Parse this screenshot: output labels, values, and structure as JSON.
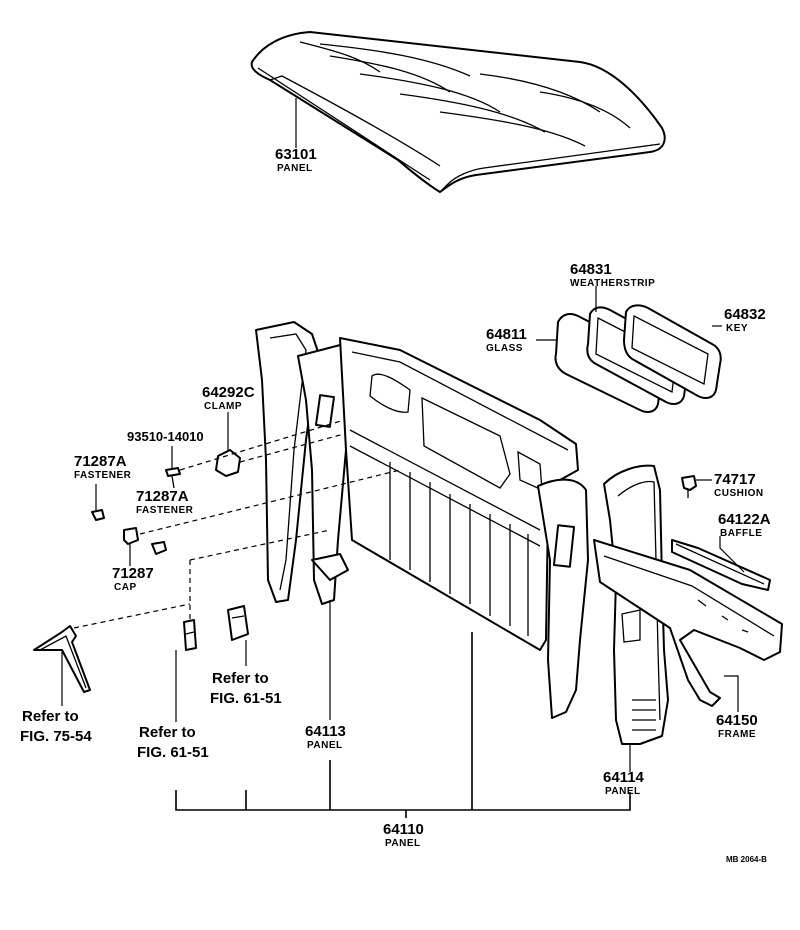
{
  "parts": {
    "p63101": {
      "number": "63101",
      "name": "PANEL"
    },
    "p64831": {
      "number": "64831",
      "name": "WEATHERSTRIP"
    },
    "p64832": {
      "number": "64832",
      "name": "KEY"
    },
    "p64811": {
      "number": "64811",
      "name": "GLASS"
    },
    "p64292c": {
      "number": "64292C",
      "name": "CLAMP"
    },
    "p93510": {
      "number": "93510-14010"
    },
    "p71287a_1": {
      "number": "71287A",
      "name": "FASTENER"
    },
    "p71287a_2": {
      "number": "71287A",
      "name": "FASTENER"
    },
    "p71287": {
      "number": "71287",
      "name": "CAP"
    },
    "p74717": {
      "number": "74717",
      "name": "CUSHION"
    },
    "p64122a": {
      "number": "64122A",
      "name": "BAFFLE"
    },
    "p64113": {
      "number": "64113",
      "name": "PANEL"
    },
    "p64150": {
      "number": "64150",
      "name": "FRAME"
    },
    "p64114": {
      "number": "64114",
      "name": "PANEL"
    },
    "p64110": {
      "number": "64110",
      "name": "PANEL"
    }
  },
  "references": {
    "fig7554": {
      "line1": "Refer to",
      "line2": "FIG. 75-54"
    },
    "fig6151_left": {
      "line1": "Refer to",
      "line2": "FIG. 61-51"
    },
    "fig6151_mid": {
      "line1": "Refer to",
      "line2": "FIG. 61-51"
    }
  },
  "drawing_code": "MB  2064-B"
}
